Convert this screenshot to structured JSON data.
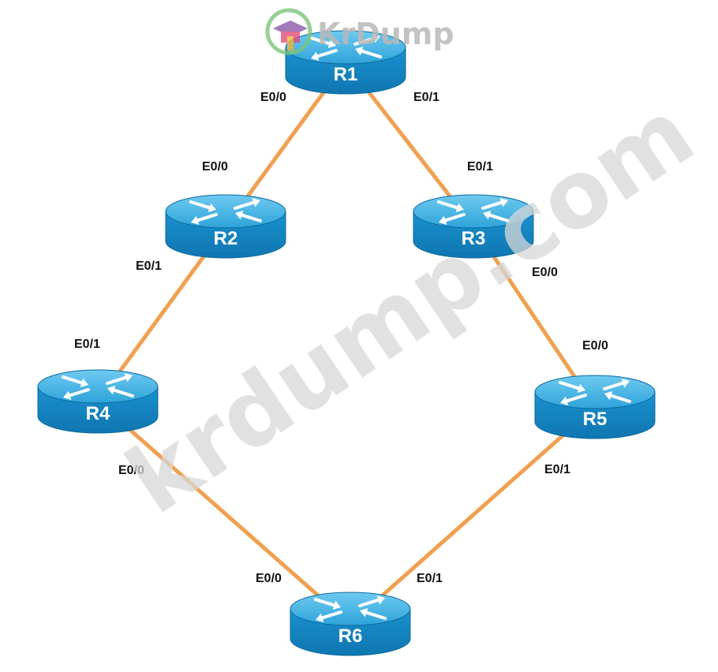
{
  "colors": {
    "link": "#f0a050",
    "router_top": "#45b6e6",
    "router_side": "#1587c4",
    "router_edge": "#0d6a9e",
    "arrow": "#ffffff"
  },
  "logo": {
    "text": "KrDump",
    "icon": "graduation-cap-icon"
  },
  "watermark": {
    "text": "krdump.com"
  },
  "routers": [
    {
      "id": "R1",
      "label": "R1"
    },
    {
      "id": "R2",
      "label": "R2"
    },
    {
      "id": "R3",
      "label": "R3"
    },
    {
      "id": "R4",
      "label": "R4"
    },
    {
      "id": "R5",
      "label": "R5"
    },
    {
      "id": "R6",
      "label": "R6"
    }
  ],
  "links": [
    {
      "from": "R1",
      "from_if": "E0/0",
      "to": "R2",
      "to_if": "E0/0"
    },
    {
      "from": "R1",
      "from_if": "E0/1",
      "to": "R3",
      "to_if": "E0/1"
    },
    {
      "from": "R2",
      "from_if": "E0/1",
      "to": "R4",
      "to_if": "E0/1"
    },
    {
      "from": "R3",
      "from_if": "E0/0",
      "to": "R5",
      "to_if": "E0/0"
    },
    {
      "from": "R4",
      "from_if": "E0/0",
      "to": "R6",
      "to_if": "E0/0"
    },
    {
      "from": "R5",
      "from_if": "E0/1",
      "to": "R6",
      "to_if": "E0/1"
    }
  ]
}
